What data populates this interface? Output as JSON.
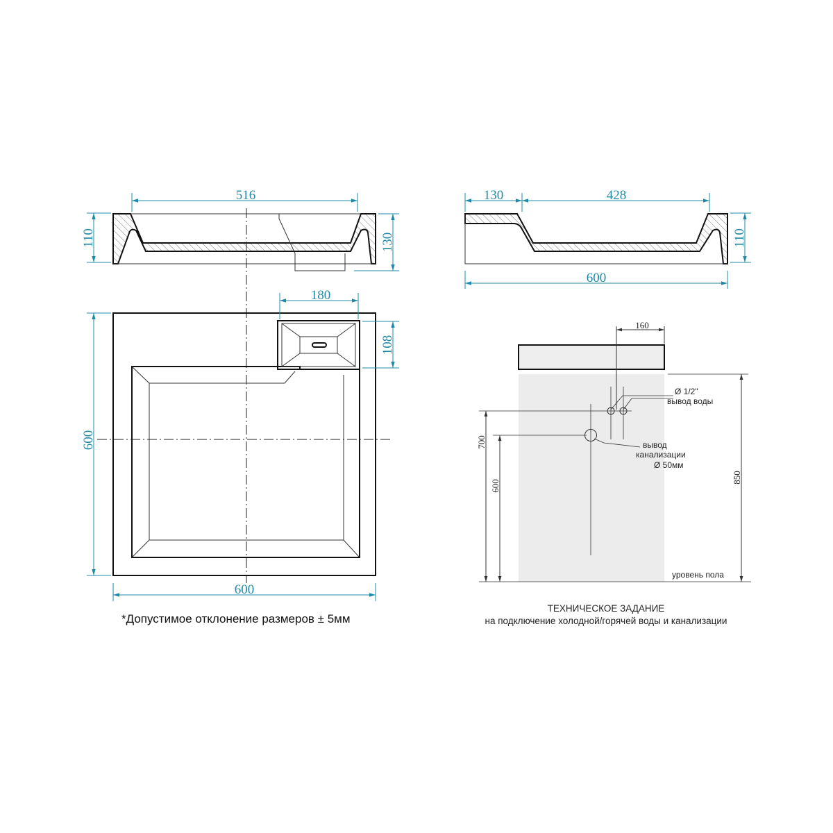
{
  "side_view_left": {
    "width_dim": "516",
    "height_left_dim": "110",
    "height_right_dim": "130"
  },
  "side_view_right": {
    "left_dim": "130",
    "inner_dim": "428",
    "total_dim": "600",
    "height_dim": "110"
  },
  "top_view": {
    "box_width_dim": "180",
    "box_height_dim": "108",
    "height_dim": "600",
    "width_dim": "600"
  },
  "tolerance_note": "*Допустимое отклонение размеров ± 5мм",
  "installation": {
    "offset_dim": "160",
    "water_outlet_size": "Ø 1/2\"",
    "water_outlet_label": "вывод воды",
    "drain_label_1": "вывод",
    "drain_label_2": "канализации",
    "drain_size": "Ø 50мм",
    "water_height_dim": "700",
    "drain_height_dim": "600",
    "counter_height_dim": "850",
    "floor_label": "уровень пола",
    "title": "ТЕХНИЧЕСКОЕ ЗАДАНИЕ",
    "subtitle": "на подключение холодной/горячей воды и канализации"
  },
  "colors": {
    "dimension": "#1f8aa8",
    "cabinet_fill": "#ececec"
  }
}
